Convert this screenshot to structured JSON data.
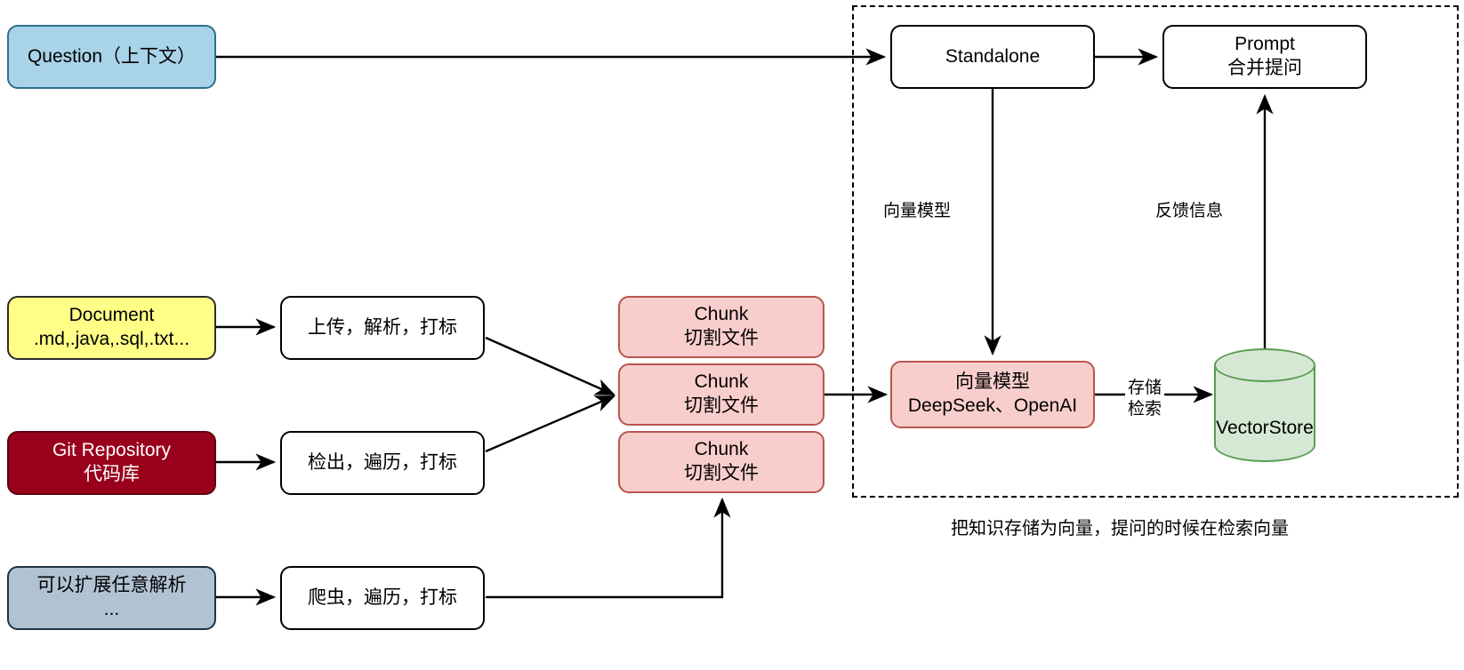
{
  "diagram": {
    "title_caption": "把知识存储为向量，提问的时候在检索向量",
    "colors": {
      "question_fill": "#a8d3e8",
      "question_stroke": "#2e6f8e",
      "document_fill": "#ffff88",
      "git_fill": "#99001c",
      "extend_fill": "#b1c3d3",
      "chunk_fill": "#f8cecc",
      "chunk_stroke": "#b85450",
      "vectorstore_fill": "#d5e8d4",
      "vectorstore_stroke": "#5b9b52",
      "edge": "#000000"
    },
    "sources": {
      "question": {
        "label": "Question（上下文）"
      },
      "document": {
        "line1": "Document",
        "line2": ".md,.java,.sql,.txt..."
      },
      "git": {
        "line1": "Git Repository",
        "line2": "代码库"
      },
      "extend": {
        "line1": "可以扩展任意解析",
        "line2": "..."
      }
    },
    "processors": {
      "document_proc": {
        "label": "上传，解析，打标"
      },
      "git_proc": {
        "label": "检出，遍历，打标"
      },
      "extend_proc": {
        "label": "爬虫，遍历，打标"
      }
    },
    "chunks": [
      {
        "line1": "Chunk",
        "line2": "切割文件"
      },
      {
        "line1": "Chunk",
        "line2": "切割文件"
      },
      {
        "line1": "Chunk",
        "line2": "切割文件"
      }
    ],
    "pipeline": {
      "standalone": {
        "label": "Standalone"
      },
      "prompt": {
        "line1": "Prompt",
        "line2": "合并提问"
      },
      "vector_model": {
        "line1": "向量模型",
        "line2": "DeepSeek、OpenAI"
      },
      "vector_store": {
        "label": "VectorStore"
      }
    },
    "edge_labels": {
      "vector_model_down": "向量模型",
      "feedback_up": "反馈信息",
      "store_retrieve_line1": "存储",
      "store_retrieve_line2": "检索"
    }
  }
}
